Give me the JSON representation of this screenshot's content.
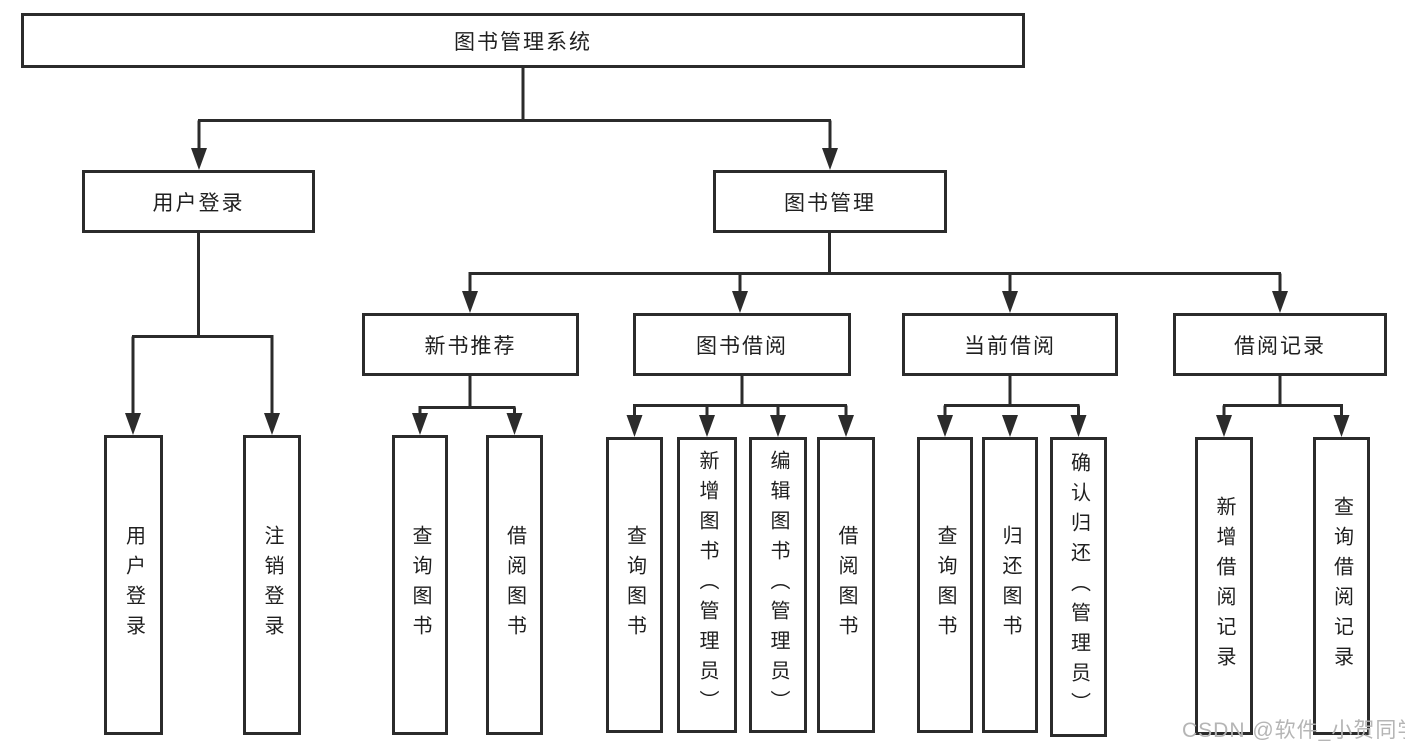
{
  "diagram": {
    "root": {
      "label": "图书管理系统"
    },
    "branches": [
      {
        "label": "用户登录"
      },
      {
        "label": "图书管理"
      }
    ],
    "modules": [
      {
        "label": "新书推荐"
      },
      {
        "label": "图书借阅"
      },
      {
        "label": "当前借阅"
      },
      {
        "label": "借阅记录"
      }
    ],
    "leaves": [
      {
        "label": "用户登录"
      },
      {
        "label": "注销登录"
      },
      {
        "label": "查询图书"
      },
      {
        "label": "借阅图书"
      },
      {
        "label": "查询图书"
      },
      {
        "label": "新增图书（管理员）"
      },
      {
        "label": "编辑图书（管理员）"
      },
      {
        "label": "借阅图书"
      },
      {
        "label": "查询图书"
      },
      {
        "label": "归还图书"
      },
      {
        "label": "确认归还（管理员）"
      },
      {
        "label": "新增借阅记录"
      },
      {
        "label": "查询借阅记录"
      }
    ]
  },
  "watermark": {
    "text": "CSDN @软件_小贺同学"
  },
  "colors": {
    "line": "#2b2b2b",
    "text": "#1f1f1f",
    "watermark": "#b5b5b5",
    "background": "#ffffff"
  }
}
